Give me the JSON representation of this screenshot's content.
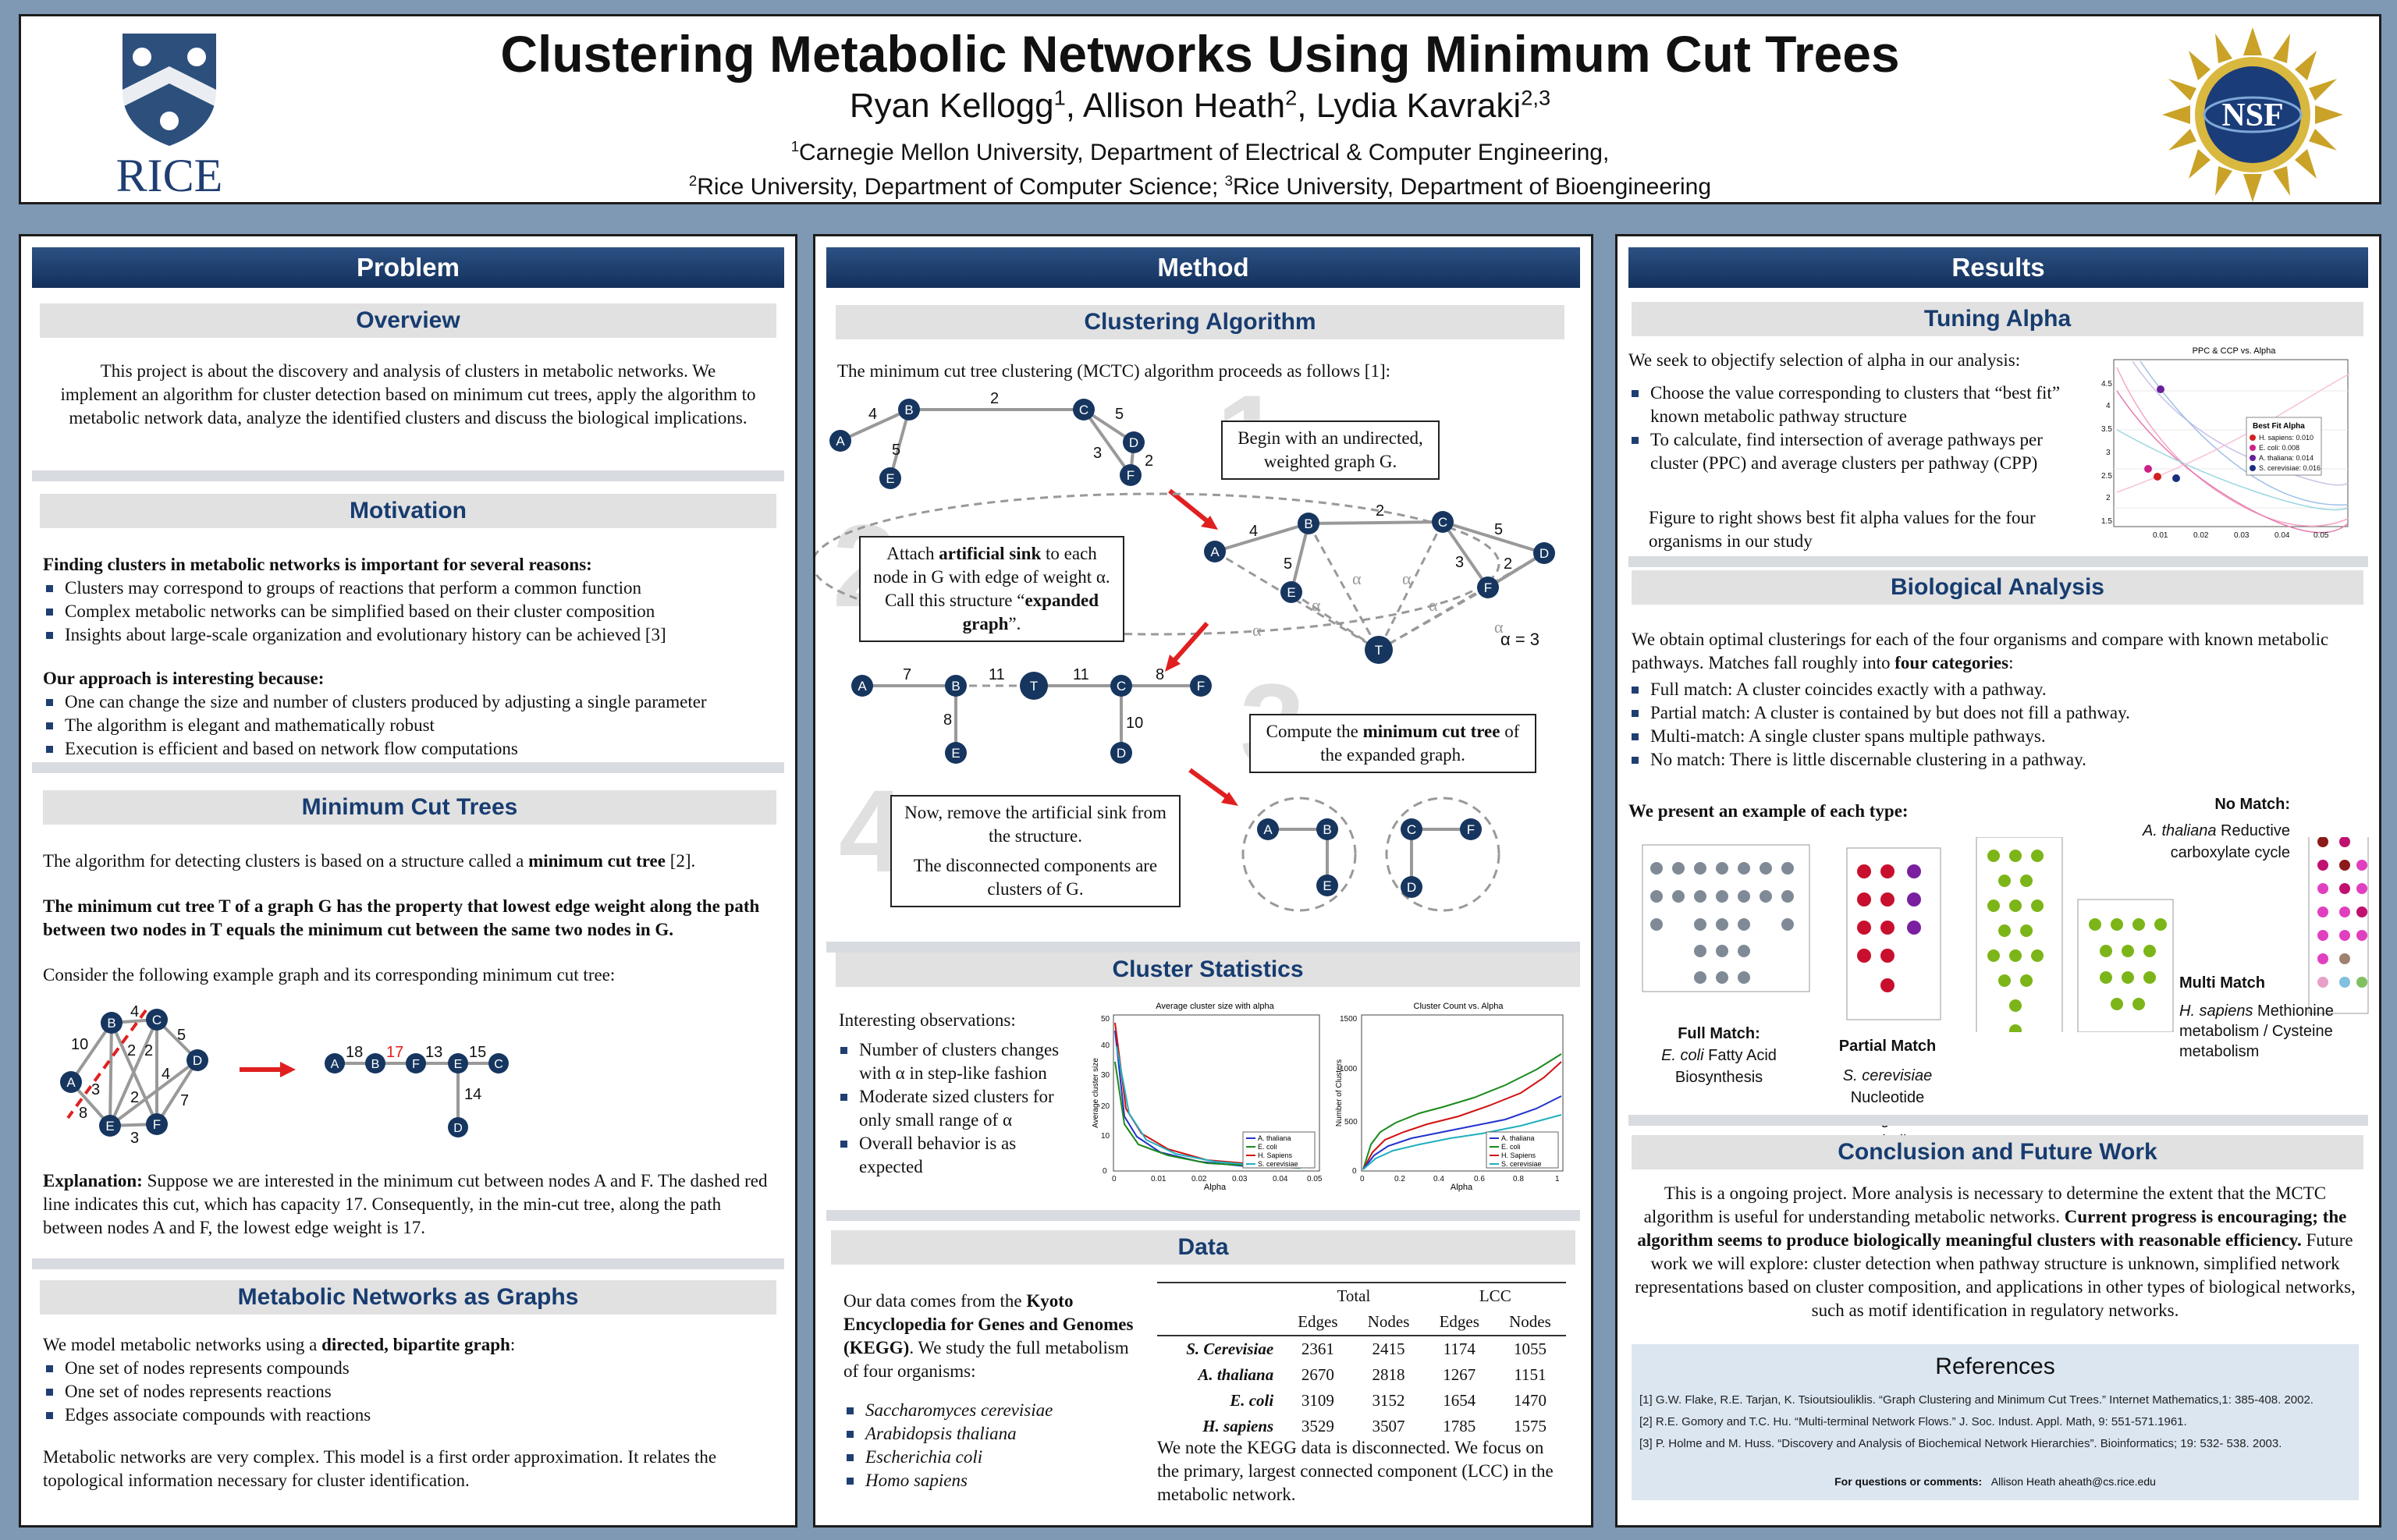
{
  "header": {
    "title": "Clustering Metabolic Networks Using Minimum Cut Trees",
    "authors": {
      "a1": "Ryan Kellogg",
      "s1": "1",
      "a2": "Allison Heath",
      "s2": "2",
      "a3": "Lydia Kavraki",
      "s3": "2,3"
    },
    "affil1": {
      "sup": "1",
      "text": "Carnegie Mellon University, Department of Electrical & Computer Engineering,"
    },
    "affil2": {
      "sup2": "2",
      "t2": "Rice University, Department of Computer Science; ",
      "sup3": "3",
      "t3": "Rice University, Department of Bioengineering"
    },
    "rice_logo_text": "RICE",
    "nsf_logo_text": "NSF"
  },
  "problem": {
    "heading": "Problem",
    "overview": {
      "heading": "Overview",
      "text": "This project is about the discovery and analysis of clusters in metabolic networks. We implement an algorithm for cluster detection based on minimum cut trees, apply the algorithm to metabolic network data, analyze the identified clusters and discuss the biological implications."
    },
    "motivation": {
      "heading": "Motivation",
      "lead1": "Finding clusters in metabolic networks is important for several reasons:",
      "list1": [
        "Clusters may correspond to groups of reactions that perform a common function",
        "Complex metabolic networks can be simplified based on their cluster composition",
        "Insights about large-scale organization and evolutionary history can be achieved [3]"
      ],
      "lead2": "Our approach is interesting because:",
      "list2": [
        "One can change the size and number of clusters produced by adjusting a single parameter",
        "The algorithm is elegant and mathematically robust",
        "Execution is efficient and based on network flow computations"
      ]
    },
    "mct": {
      "heading": "Minimum Cut Trees",
      "p1a": "The algorithm for detecting clusters is based on a structure called a ",
      "p1b": "minimum cut tree",
      "p1c": " [2].",
      "p2": "The minimum cut tree T of a graph G has the property that lowest edge weight along the path between two nodes in T equals the minimum cut between the same two nodes in G.",
      "p3": "Consider the following example graph and its corresponding minimum cut tree:",
      "expl_label": "Explanation:",
      "expl": " Suppose we are interested in the minimum cut between nodes A and F. The dashed red line indicates this cut, which has capacity 17. Consequently, in the min-cut tree, along the path between nodes A and F, the lowest edge weight is 17."
    },
    "graphs": {
      "heading": "Metabolic Networks as Graphs",
      "lead_a": "We model metabolic networks using a ",
      "lead_b": "directed, bipartite graph",
      "lead_c": ":",
      "list": [
        "One set of nodes represents compounds",
        "One set of nodes represents reactions",
        "Edges associate compounds with reactions"
      ],
      "closing": "Metabolic networks are very complex. This model is a first order approximation. It relates the topological information necessary for cluster identification."
    }
  },
  "method": {
    "heading": "Method",
    "clustering": {
      "heading": "Clustering Algorithm",
      "intro": "The minimum cut tree clustering (MCTC) algorithm proceeds as follows [1]:",
      "step1": "Begin with an undirected, weighted graph G.",
      "step2a": "Attach ",
      "step2b": "artificial sink",
      "step2c": " to each node in G with edge of weight α. Call this structure “",
      "step2d": "expanded graph",
      "step2e": "”.",
      "step3a": "Compute the ",
      "step3b": "minimum cut tree",
      "step3c": " of the expanded graph.",
      "step4a": "Now, remove the artificial sink from the structure.",
      "step4b": "The disconnected components are clusters of G.",
      "alpha_label": "α = 3",
      "nums": [
        "1",
        "2",
        "3",
        "4"
      ]
    },
    "stats": {
      "heading": "Cluster Statistics",
      "intro": "Interesting observations:",
      "list": [
        "Number of clusters changes with α in step-like fashion",
        "Moderate sized clusters for only small range of α",
        "Overall behavior is as expected"
      ],
      "chart1_title": "Average cluster size with alpha",
      "chart1_ylabel": "Average cluster size",
      "chart2_title": "Cluster Count vs. Alpha",
      "chart2_ylabel": "Number of Clusters",
      "xlabel": "Alpha",
      "legend": [
        "A. thaliana",
        "E. coli",
        "H. Sapiens",
        "S. cerevisiae"
      ]
    },
    "data": {
      "heading": "Data",
      "p_a": "Our data comes from the ",
      "p_b": "Kyoto Encyclopedia for Genes and Genomes (KEGG)",
      "p_c": ". We study the full metabolism of four organisms:",
      "organisms": [
        "Saccharomyces cerevisiae",
        "Arabidopsis thaliana",
        "Escherichia coli",
        "Homo sapiens"
      ],
      "table": {
        "group1": "Total",
        "group2": "LCC",
        "cols": [
          "Edges",
          "Nodes",
          "Edges",
          "Nodes"
        ],
        "rows": [
          {
            "org": "S. Cerevisiae",
            "v": [
              "2361",
              "2415",
              "1174",
              "1055"
            ]
          },
          {
            "org": "A. thaliana",
            "v": [
              "2670",
              "2818",
              "1267",
              "1151"
            ]
          },
          {
            "org": "E. coli",
            "v": [
              "3109",
              "3152",
              "1654",
              "1470"
            ]
          },
          {
            "org": "H. sapiens",
            "v": [
              "3529",
              "3507",
              "1785",
              "1575"
            ]
          }
        ]
      },
      "note": "We note the KEGG data is disconnected. We focus on the primary, largest connected component (LCC) in the metabolic network."
    }
  },
  "results": {
    "heading": "Results",
    "tuning": {
      "heading": "Tuning Alpha",
      "intro": "We seek to objectify selection of alpha in our analysis:",
      "list": [
        "Choose the value corresponding to clusters that “best fit” known metabolic pathway structure",
        "To calculate, find intersection of average pathways per cluster (PPC) and average clusters per pathway (CPP)"
      ],
      "fig_note": "Figure to right shows best fit alpha values for the four organisms in our study",
      "chart_title": "PPC & CCP vs. Alpha",
      "legend_title": "Best Fit Alpha",
      "legend": [
        "H. sapiens: 0.010",
        "E. coli: 0.008",
        "A. thaliana: 0.014",
        "S. cerevisiae: 0.016"
      ]
    },
    "bio": {
      "heading": "Biological Analysis",
      "intro_a": "We obtain optimal clusterings for each of the four organisms and compare with known metabolic pathways. Matches fall roughly into ",
      "intro_b": "four categories",
      "intro_c": ":",
      "list": [
        "Full match: A cluster coincides exactly with a pathway.",
        "Partial match: A cluster is contained by but does not fill a pathway.",
        "Multi-match: A single cluster spans multiple pathways.",
        "No match: There is little discernable clustering in a pathway."
      ],
      "example": "We present an example of each type:",
      "full_label": "Full Match:",
      "full_org": "E. coli",
      "full_desc": " Fatty Acid Biosynthesis",
      "partial_label": "Partial Match",
      "partial_org": "S. cerevisiae",
      "partial_desc": "Nucleotide sugars metabolism",
      "multi_label": "Multi Match",
      "multi_org": "H. sapiens",
      "multi_desc": " Methionine metabolism / Cysteine metabolism",
      "nomatch_label": "No Match:",
      "nomatch_org": "A. thaliana",
      "nomatch_desc": " Reductive carboxylate cycle"
    },
    "conclusion": {
      "heading": "Conclusion and Future Work",
      "p_a": "This is a ongoing project. More analysis is necessary to determine the extent that the MCTC algorithm is useful for understanding metabolic networks. ",
      "p_b": "Current progress is encouraging; the algorithm seems to produce biologically meaningful clusters with reasonable efficiency.",
      "p_c": " Future work we will explore: cluster detection when pathway structure is unknown, simplified network representations based on cluster composition, and applications in other types of biological networks, such as motif identification in regulatory networks."
    },
    "references": {
      "heading": "References",
      "r1": "[1] G.W. Flake, R.E. Tarjan, K. Tsioutsiouliklis. “Graph Clustering and Minimum Cut Trees.” Internet Mathematics,1: 385-408. 2002.",
      "r2": "[2] R.E. Gomory and T.C. Hu. “Multi-terminal Network Flows.” J. Soc. Indust. Appl. Math, 9: 551-571.1961.",
      "r3": "[3] P. Holme and M. Huss. “Discovery and Analysis of Biochemical Network Hierarchies”. Bioinformatics; 19: 532- 538. 2003.",
      "contact_label": "For questions or comments:",
      "contact": "Allison Heath   aheath@cs.rice.edu"
    }
  },
  "colors": {
    "navy": "#13305c",
    "accent_red": "#e02020",
    "node": "#16365f",
    "bg": "#7f98b4"
  }
}
